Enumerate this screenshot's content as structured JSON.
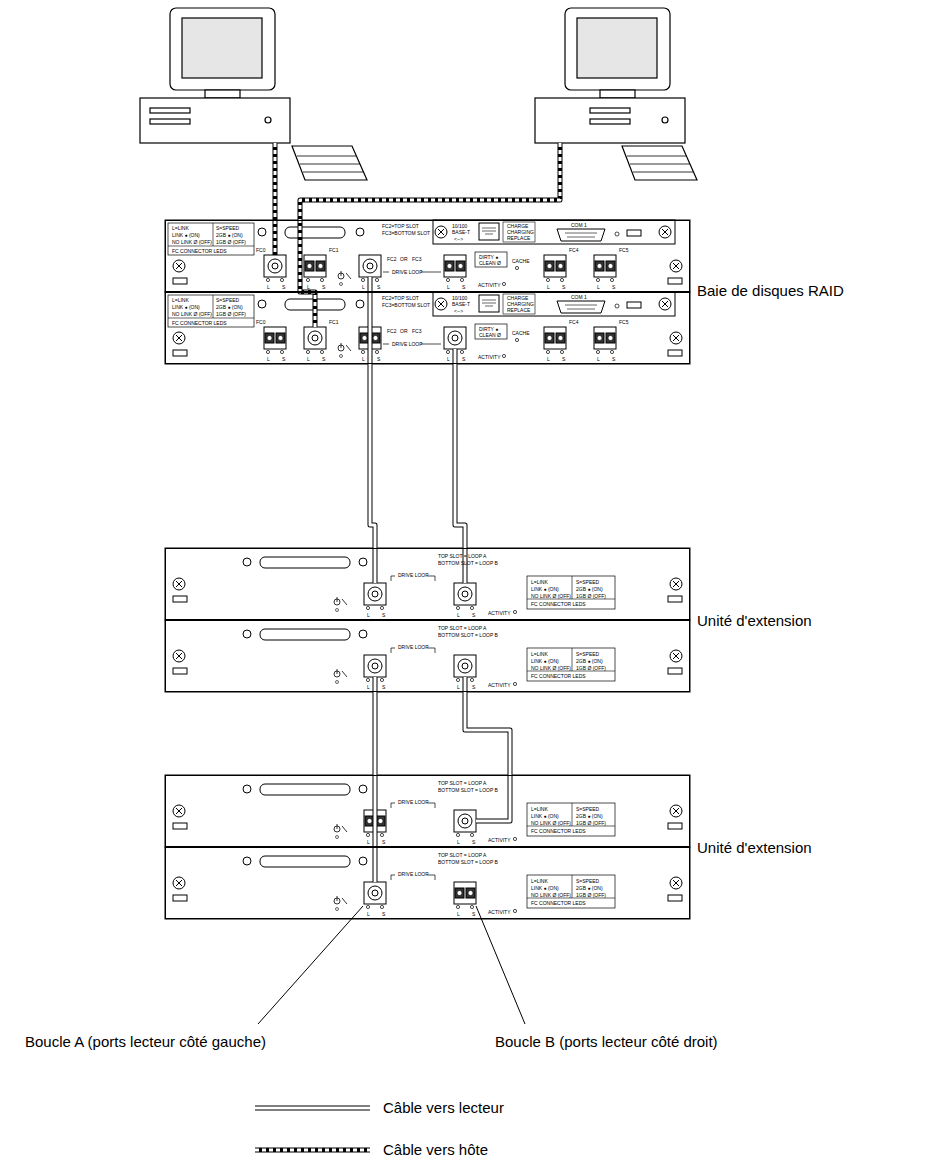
{
  "diagram": {
    "nodes": [
      {
        "text": [
          "Baie de disques RAID"
        ]
      },
      {
        "text": [
          "L=LINK",
          "LINK ● (ON)",
          "NO LINK Ø (OFF)",
          "S=SPEED",
          "2GB ● (ON)",
          "1GB Ø (OFF)",
          "FC CONNECTOR LEDS",
          "FC0",
          "L",
          "S",
          "FC1",
          "L",
          "S",
          "FC2=TOP SLOT",
          "FC3=BOTTOM SLOT",
          "FC2",
          "OR",
          "FC3",
          "L",
          "S",
          "DRIVE LOOP",
          "L",
          "S",
          "DIRTY ●",
          "CLEAN Ø",
          "CACHE",
          "ACTIVITY",
          "FC4",
          "L",
          "S",
          "FC5",
          "L",
          "S",
          "10/100 BASE-T",
          "<-->",
          "CHARGE",
          "CHARGING",
          "REPLACE",
          "COM 1"
        ],
        "in": 0
      },
      {
        "text": [
          "L=LINK",
          "LINK ● (ON)",
          "NO LINK Ø (OFF)",
          "S=SPEED",
          "2GB ● (ON)",
          "1GB Ø (OFF)",
          "FC CONNECTOR LEDS",
          "FC0",
          "L",
          "S",
          "FC1",
          "L",
          "S",
          "FC2=TOP SLOT",
          "FC3=BOTTOM SLOT",
          "FC2",
          "OR",
          "FC3",
          "L",
          "S",
          "DRIVE LOOP",
          "L",
          "S",
          "DIRTY ●",
          "CLEAN Ø",
          "CACHE",
          "ACTIVITY",
          "FC4",
          "L",
          "S",
          "FC5",
          "L",
          "S",
          "10/100 BASE-T",
          "<-->",
          "CHARGE",
          "CHARGING",
          "REPLACE",
          "COM 1"
        ],
        "in": 0
      },
      {
        "text": [
          "Unité d'extension"
        ]
      },
      {
        "text": [
          "TOP SLOT = LOOP A",
          "BOTTOM SLOT = LOOP B",
          "DRIVE LOOP",
          "L",
          "S",
          "L",
          "S",
          "ACTIVITY",
          "L=LINK",
          "LINK ● (ON)",
          "NO LINK Ø (OFF)",
          "S=SPEED",
          "2GB ● (ON)",
          "1GB Ø (OFF)",
          "FC CONNECTOR LEDS"
        ],
        "in": 3
      },
      {
        "text": [
          "TOP SLOT = LOOP A",
          "BOTTOM SLOT = LOOP B",
          "DRIVE LOOP",
          "L",
          "S",
          "L",
          "S",
          "ACTIVITY",
          "L=LINK",
          "LINK ● (ON)",
          "NO LINK Ø (OFF)",
          "S=SPEED",
          "2GB ● (ON)",
          "1GB Ø (OFF)",
          "FC CONNECTOR LEDS"
        ],
        "in": 3
      },
      {
        "text": [
          "Unité d'extension"
        ]
      },
      {
        "text": [
          "TOP SLOT = LOOP A",
          "BOTTOM SLOT = LOOP B",
          "DRIVE LOOP",
          "L",
          "S",
          "L",
          "S",
          "ACTIVITY",
          "L=LINK",
          "LINK ● (ON)",
          "NO LINK Ø (OFF)",
          "S=SPEED",
          "2GB ● (ON)",
          "1GB Ø (OFF)",
          "FC CONNECTOR LEDS"
        ],
        "in": 6
      },
      {
        "text": [
          "TOP SLOT = LOOP A",
          "BOTTOM SLOT = LOOP B",
          "DRIVE LOOP",
          "L",
          "S",
          "L",
          "S",
          "ACTIVITY",
          "L=LINK",
          "LINK ● (ON)",
          "NO LINK Ø (OFF)",
          "S=SPEED",
          "2GB ● (ON)",
          "1GB Ø (OFF)",
          "FC CONNECTOR LEDS"
        ],
        "in": 6
      }
    ],
    "edges": [
      {
        "from": 1,
        "to": 4,
        "arrow": "none"
      },
      {
        "from": 2,
        "to": 4,
        "arrow": "none"
      },
      {
        "from": 5,
        "to": 8,
        "arrow": "none"
      },
      {
        "from": 5,
        "to": 7,
        "arrow": "none"
      }
    ],
    "labels": [
      "Boucle A (ports lecteur côté gauche)",
      "Boucle B (ports lecteur côté droit)"
    ],
    "legend": [
      {
        "text": "Câble vers lecteur"
      },
      {
        "text": "Câble vers hôte"
      }
    ]
  }
}
